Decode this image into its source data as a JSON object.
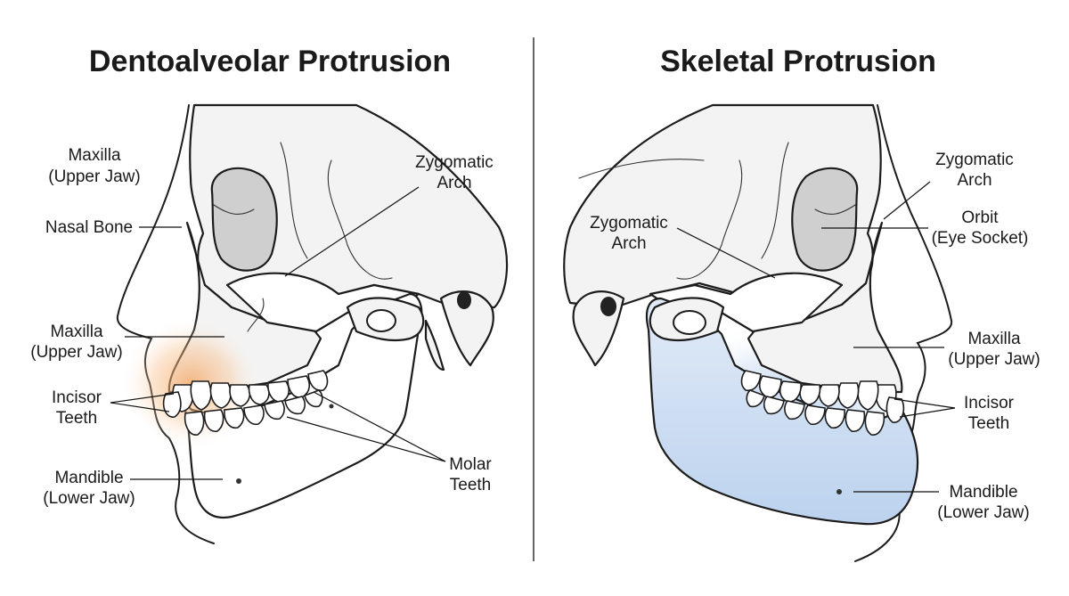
{
  "left_panel": {
    "title": "Dentoalveolar Protrusion",
    "labels": {
      "maxilla_top_1": "Maxilla",
      "maxilla_top_2": "(Upper Jaw)",
      "nasal_bone": "Nasal Bone",
      "zygomatic_1": "Zygomatic",
      "zygomatic_2": "Arch",
      "maxilla_mid_1": "Maxilla",
      "maxilla_mid_2": "(Upper Jaw)",
      "incisor_1": "Incisor",
      "incisor_2": "Teeth",
      "molar_1": "Molar",
      "molar_2": "Teeth",
      "mandible_1": "Mandible",
      "mandible_2": "(Lower Jaw)"
    },
    "highlight_color": "#f5a25d"
  },
  "right_panel": {
    "title": "Skeletal Protrusion",
    "labels": {
      "zygomatic_right_1": "Zygomatic",
      "zygomatic_right_2": "Arch",
      "zygomatic_left_1": "Zygomatic",
      "zygomatic_left_2": "Arch",
      "orbit_1": "Orbit",
      "orbit_2": "(Eye Socket)",
      "maxilla_1": "Maxilla",
      "maxilla_2": "(Upper Jaw)",
      "incisor_1": "Incisor",
      "incisor_2": "Teeth",
      "mandible_1": "Mandible",
      "mandible_2": "(Lower Jaw)"
    },
    "highlight_color": "#9fbfe6"
  }
}
